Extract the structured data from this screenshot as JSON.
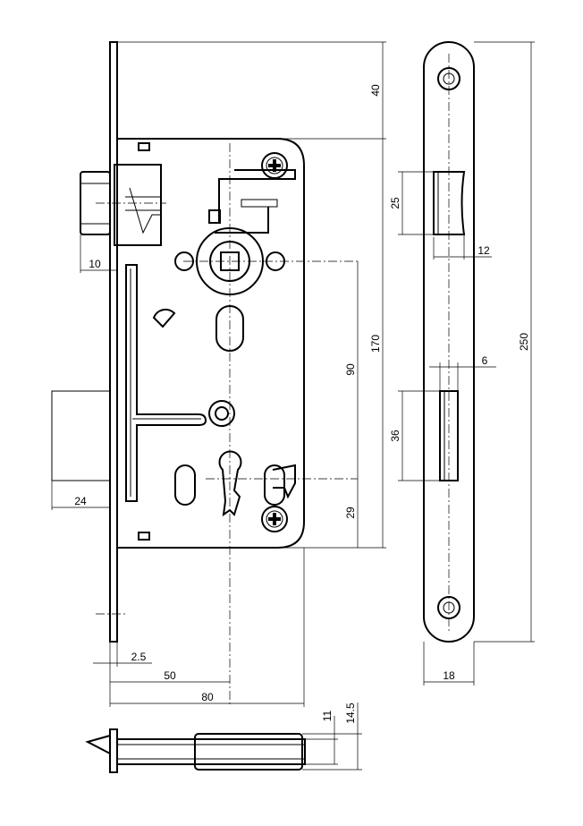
{
  "dimensions": {
    "top_offset": "40",
    "total_height": "170",
    "handle_to_key": "90",
    "key_to_bottom": "29",
    "latch_projection": "10",
    "bolt_projection": "24",
    "faceplate_thickness": "2.5",
    "backset": "50",
    "case_width": "80",
    "faceplate_length": "250",
    "latch_opening_height": "25",
    "latch_opening_width": "12",
    "bolt_opening_width": "6",
    "bolt_opening_height": "36",
    "faceplate_width": "18",
    "case_depth": "11",
    "total_depth": "14.5"
  }
}
